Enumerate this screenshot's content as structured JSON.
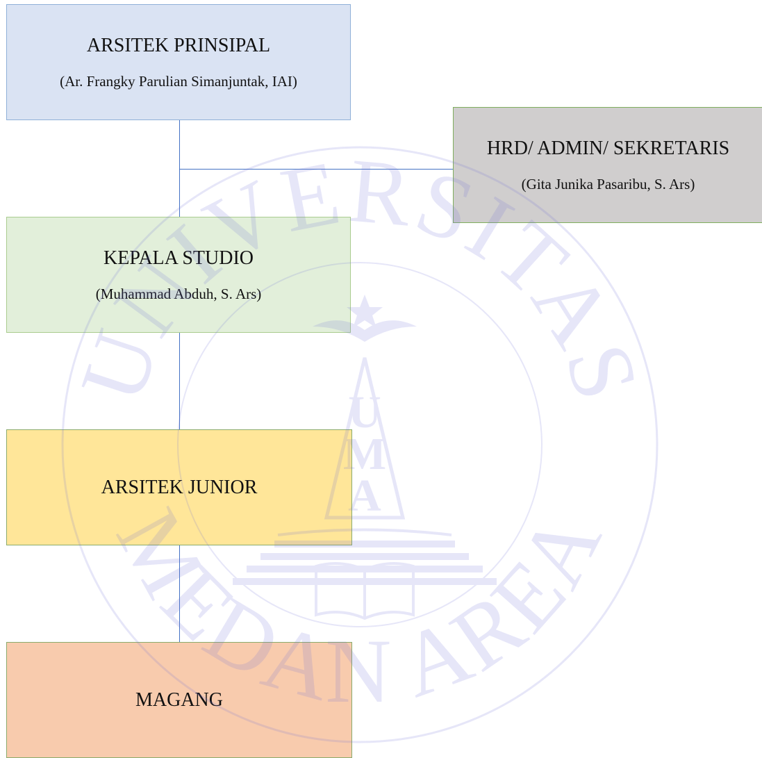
{
  "org_chart": {
    "principal": {
      "role": "ARSITEK PRINSIPAL",
      "person": "(Ar. Frangky Parulian Simanjuntak, IAI)"
    },
    "hrd": {
      "role": "HRD/ ADMIN/ SEKRETARIS",
      "person": "(Gita Junika Pasaribu, S. Ars)"
    },
    "studio": {
      "role": "KEPALA STUDIO",
      "person": "(Muhammad Abduh, S. Ars)"
    },
    "junior": {
      "role": "ARSITEK JUNIOR"
    },
    "magang": {
      "role": "MAGANG"
    }
  },
  "watermark": {
    "top_text": "UNIVERSITAS",
    "bottom_text": "MEDAN AREA",
    "emblem_letters": [
      "U",
      "M",
      "A"
    ],
    "color": "#6f6fd8"
  },
  "colors": {
    "connector": "#4472c4",
    "principal_fill": "#dae3f3",
    "hrd_fill": "#d0cece",
    "studio_fill": "#e2efda",
    "junior_fill": "#ffe699",
    "magang_fill": "#f8cbad"
  }
}
